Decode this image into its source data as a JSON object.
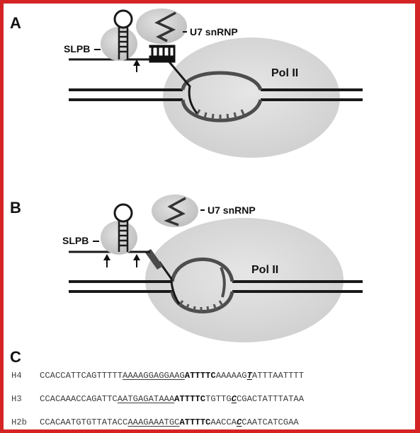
{
  "panels": {
    "a": {
      "letter": "A",
      "slbp_label": "SLPB",
      "u7_label": "U7 snRNP",
      "pol_label": "Pol II"
    },
    "b": {
      "letter": "B",
      "slbp_label": "SLPB",
      "u7_label": "U7 snRNP",
      "pol_label": "Pol II"
    },
    "c": {
      "letter": "C"
    }
  },
  "sequences": [
    {
      "name": "H4",
      "parts": [
        {
          "t": "CCACCATTCAGTTTTT",
          "s": "n"
        },
        {
          "t": "AAAAGGAGGAAG",
          "s": "u"
        },
        {
          "t": "ATTTTC",
          "s": "b"
        },
        {
          "t": "AAAAAG",
          "s": "n"
        },
        {
          "t": "T",
          "s": "bui"
        },
        {
          "t": "ATTTAATTTT",
          "s": "n"
        }
      ]
    },
    {
      "name": "H3",
      "parts": [
        {
          "t": "CCACAAACCAGATTC",
          "s": "n"
        },
        {
          "t": "AATGAGATAAA",
          "s": "u"
        },
        {
          "t": "ATTTTC",
          "s": "b"
        },
        {
          "t": "TGTTG",
          "s": "n"
        },
        {
          "t": "C",
          "s": "bui"
        },
        {
          "t": "CGACTATTTATAA",
          "s": "n"
        }
      ]
    },
    {
      "name": "H2b",
      "parts": [
        {
          "t": "CCACAATGTGTTATACC",
          "s": "n"
        },
        {
          "t": "AAAGAAATGC",
          "s": "u"
        },
        {
          "t": "ATTTTC",
          "s": "b"
        },
        {
          "t": "AACCA",
          "s": "n"
        },
        {
          "t": "C",
          "s": "bui"
        },
        {
          "t": "CAATCATCGAA",
          "s": "n"
        }
      ]
    }
  ],
  "colors": {
    "border": "#d42323",
    "blob": "#d6d6d6",
    "line": "#1a1a1a",
    "bubble": "#555555"
  }
}
